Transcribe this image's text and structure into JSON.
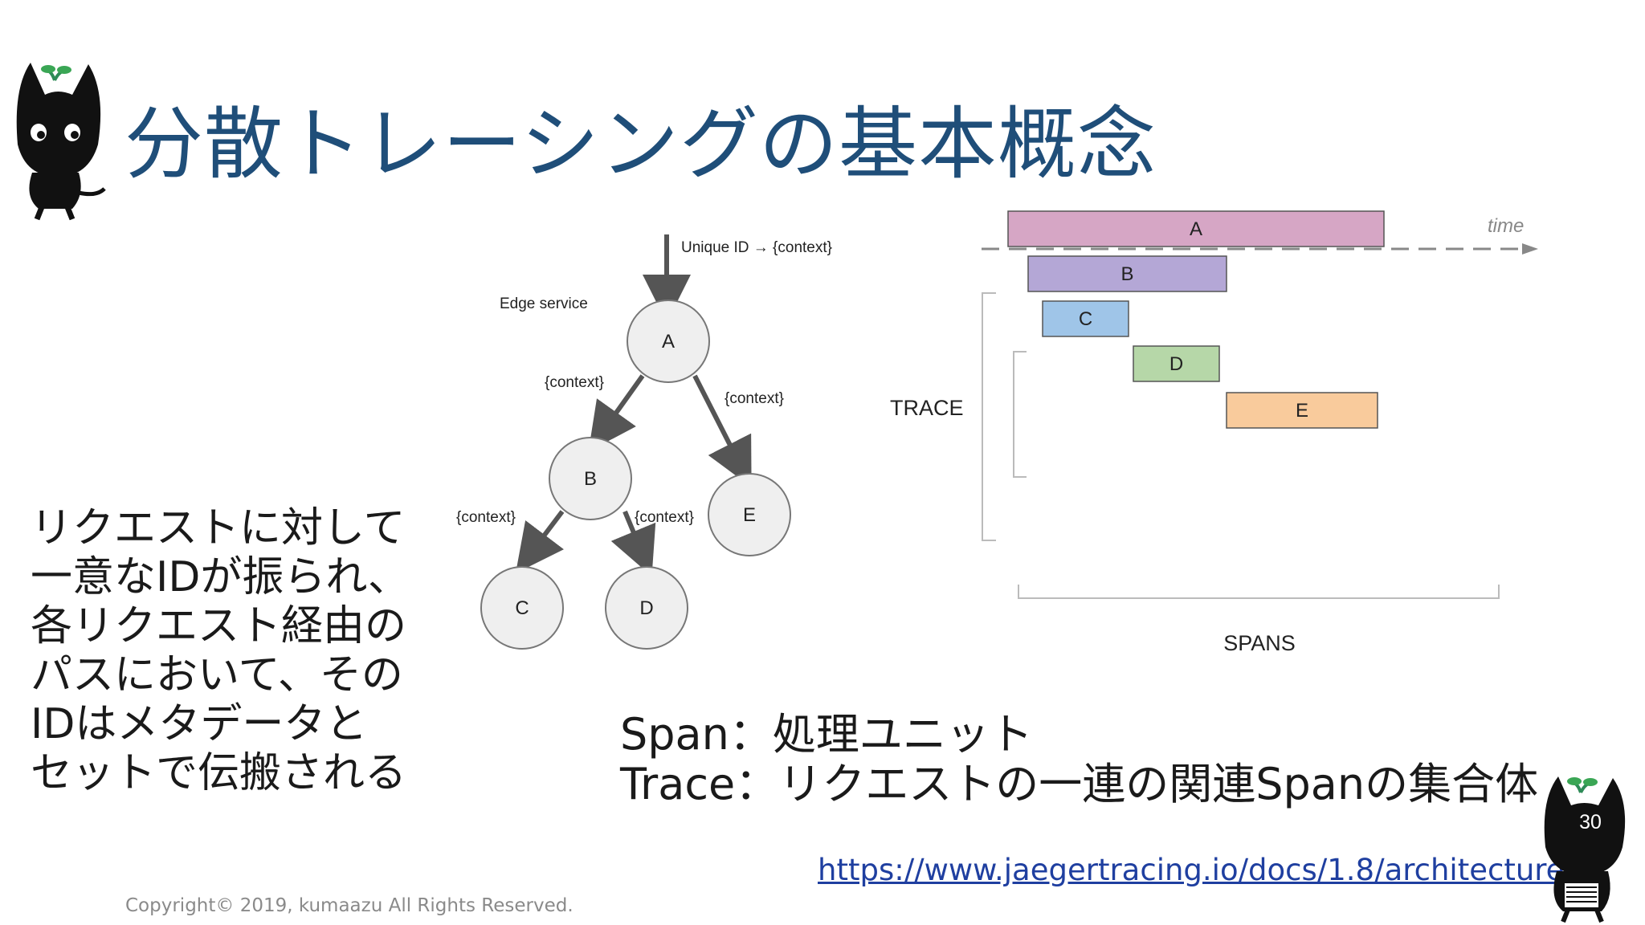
{
  "slide": {
    "title": "分散トレーシングの基本概念",
    "body_lines": [
      "リクエストに対して",
      "一意なIDが振られ、",
      "各リクエスト経由の",
      "パスにおいて、その",
      "IDはメタデータと",
      "セットで伝搬される"
    ],
    "definitions": [
      "Span：処理ユニット",
      "Trace：リクエストの一連の関連Spanの集合体"
    ],
    "link": "https://www.jaegertracing.io/docs/1.8/architecture/",
    "copyright": "Copyright© 2019, kumaazu All Rights Reserved.",
    "page_number": "30"
  },
  "tree_diagram": {
    "entry_label": "Unique ID → {context}",
    "edge_service_label": "Edge service",
    "nodes": [
      "A",
      "B",
      "C",
      "D",
      "E"
    ],
    "edge_labels": [
      "{context}",
      "{context}",
      "{context}",
      "{context}"
    ]
  },
  "trace_diagram": {
    "time_label": "time",
    "trace_label": "TRACE",
    "spans_label": "SPANS",
    "spans": [
      {
        "name": "A",
        "color": "#d6a6c5"
      },
      {
        "name": "B",
        "color": "#b4a7d6"
      },
      {
        "name": "C",
        "color": "#9fc5e8"
      },
      {
        "name": "D",
        "color": "#b6d7a8"
      },
      {
        "name": "E",
        "color": "#f9cb9c"
      }
    ]
  },
  "colors": {
    "title": "#1f4e79",
    "link": "#1f3fa0",
    "node_fill": "#efefef",
    "arrow": "#555555"
  },
  "icons": [
    "cat-mascot-icon",
    "cat-mascot-small-icon"
  ]
}
